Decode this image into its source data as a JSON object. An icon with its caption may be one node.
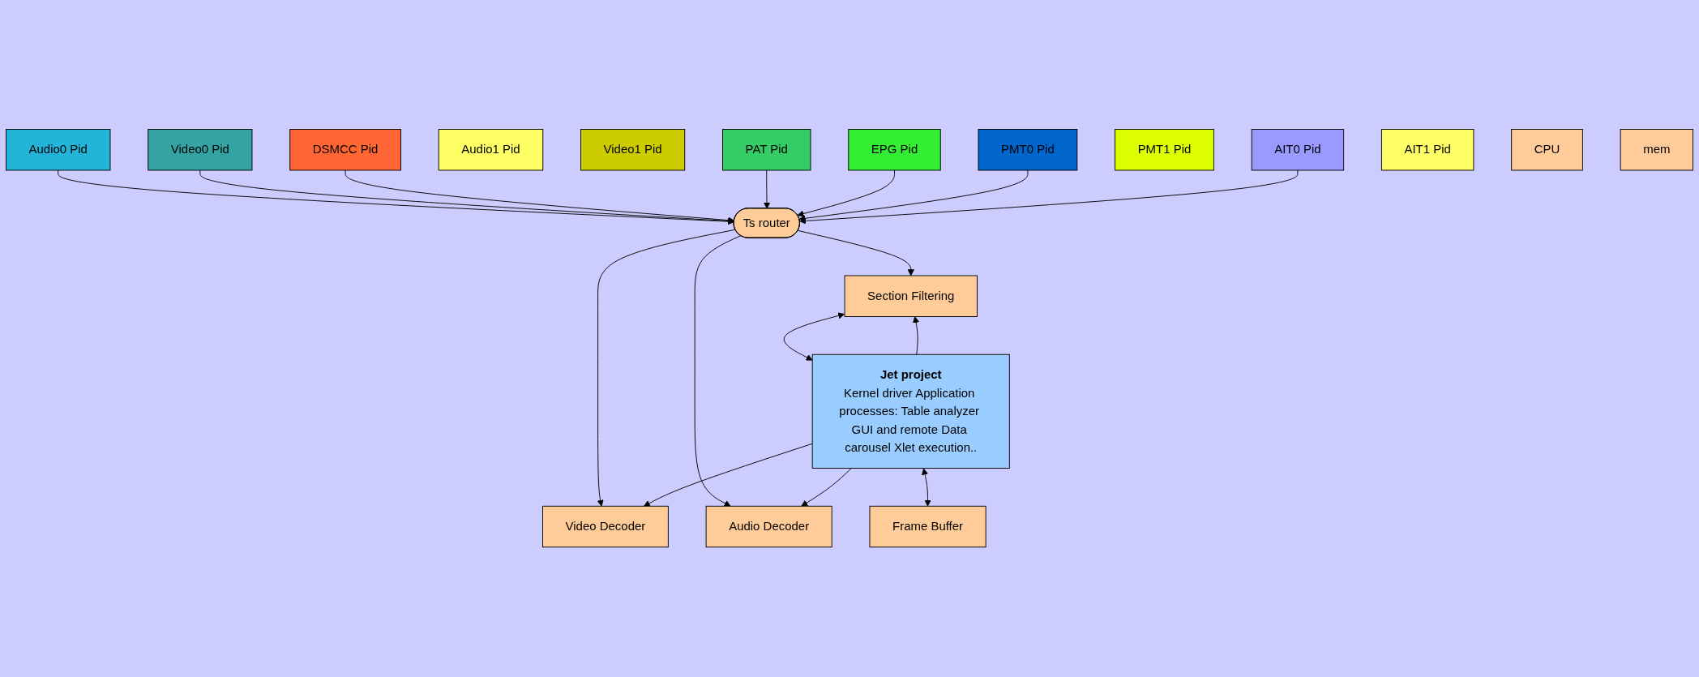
{
  "diagram": {
    "nodes": [
      {
        "text": [
          "Audio0 Pid"
        ]
      },
      {
        "text": [
          "Video0 Pid"
        ]
      },
      {
        "text": [
          "DSMCC Pid"
        ]
      },
      {
        "text": [
          "Audio1 Pid"
        ]
      },
      {
        "text": [
          "Video1 Pid"
        ]
      },
      {
        "text": [
          "PAT Pid"
        ]
      },
      {
        "text": [
          "EPG Pid"
        ]
      },
      {
        "text": [
          "PMT0 Pid"
        ]
      },
      {
        "text": [
          "PMT1 Pid"
        ]
      },
      {
        "text": [
          "AIT0 Pid"
        ]
      },
      {
        "text": [
          "AIT1 Pid"
        ]
      },
      {
        "text": [
          "Ts router"
        ]
      },
      {
        "text": [
          "CPU"
        ]
      },
      {
        "text": [
          "mem"
        ]
      },
      {
        "text": [
          "Jet project",
          "Kernel driver Application processes: Table analyzer GUI and remote Data carousel Xlet execution.."
        ]
      },
      {
        "text": [
          "Video Decoder"
        ]
      },
      {
        "text": [
          "Audio Decoder"
        ]
      },
      {
        "text": [
          "Section Filtering"
        ]
      },
      {
        "text": [
          "Frame Buffer"
        ]
      }
    ],
    "edges": [
      {
        "from": 0,
        "to": 11,
        "arrow": "to"
      },
      {
        "from": 1,
        "to": 11,
        "arrow": "to"
      },
      {
        "from": 2,
        "to": 11,
        "arrow": "to"
      },
      {
        "from": 5,
        "to": 11,
        "arrow": "to"
      },
      {
        "from": 6,
        "to": 11,
        "arrow": "to"
      },
      {
        "from": 7,
        "to": 11,
        "arrow": "to"
      },
      {
        "from": 9,
        "to": 11,
        "arrow": "to"
      },
      {
        "from": 11,
        "to": 15,
        "arrow": "to"
      },
      {
        "from": 11,
        "to": 16,
        "arrow": "to"
      },
      {
        "from": 11,
        "to": 17,
        "arrow": "to"
      },
      {
        "from": 17,
        "to": 14,
        "arrow": "both"
      },
      {
        "from": 14,
        "to": 18,
        "arrow": "both"
      },
      {
        "from": 14,
        "to": 17,
        "arrow": "to"
      },
      {
        "from": 14,
        "to": 16,
        "arrow": "to"
      },
      {
        "from": 14,
        "to": 15,
        "arrow": "to"
      }
    ]
  }
}
